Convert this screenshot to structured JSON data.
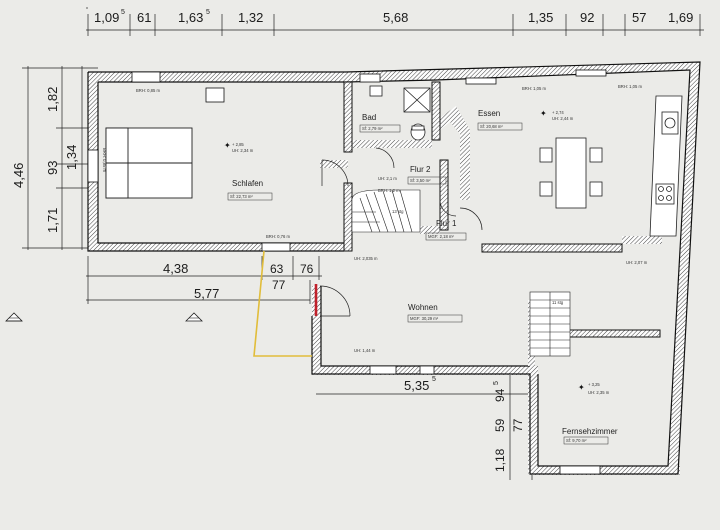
{
  "dimensions_top": [
    "1,09",
    "5",
    "61",
    "1,63",
    "5",
    "1,32",
    "5,68",
    "1,35",
    "92",
    "57",
    "1,69"
  ],
  "dimensions_left": [
    "4,46",
    "1,82",
    "93",
    "1,34",
    "1,71"
  ],
  "dimensions_lower": [
    "4,38",
    "63",
    "76",
    "77",
    "5,77",
    "5,35",
    "5"
  ],
  "dimensions_right_lower": [
    "94",
    "5",
    "59",
    "77",
    "1,18"
  ],
  "rooms": {
    "schlafen": {
      "name": "Schlafen",
      "area": "Sf: 22,73 m²",
      "height_mark": "+ 2,85",
      "uh": "UH: 2,34 m",
      "brh_top": "BRH: 0,85 m",
      "brh_left": "BRH: 0,85 m",
      "brh_bottom": "BRH: 0,76 m"
    },
    "bad": {
      "name": "Bad",
      "area": "Sf: 2,79 m²"
    },
    "flur2": {
      "name": "Flur 2",
      "area": "Sf: 3,50 m²",
      "uh": "UH: 2,1 m",
      "brh": "BRH: 1,2 m"
    },
    "flur1": {
      "name": "Flur 1",
      "area": "MGF: 2,18 m²",
      "stair": "13 stg",
      "uh": "UH: 2,035 m"
    },
    "essen": {
      "name": "Essen",
      "area": "Sf: 20,68 m²",
      "height_mark": "+ 2,74",
      "uh": "UH: 2,44 m",
      "brh": "BRH: 1,05 m",
      "brh2": "BRH: 1,05 m"
    },
    "wohnen": {
      "name": "Wohnen",
      "area": "MGF: 30,29 m²",
      "uh": "UH: 1,44 m",
      "uh_right": "UH: 2,07 m",
      "stair": "11 stg"
    },
    "fernseh": {
      "name": "Fernsehzimmer",
      "area": "Sf: 9,70 m²",
      "height_mark": "+ 3,25",
      "uh": "UH: 2,35 m"
    }
  },
  "colors": {
    "accent_yellow": "#e1bd3a",
    "door_red": "#c0202a",
    "wall_hatch": "#444444"
  }
}
